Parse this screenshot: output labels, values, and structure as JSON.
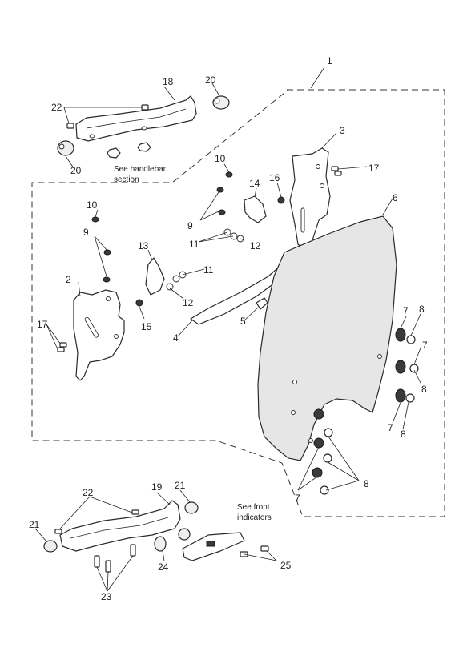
{
  "callouts": {
    "c1": "1",
    "c2": "2",
    "c3": "3",
    "c4": "4",
    "c5": "5",
    "c6": "6",
    "c7a": "7",
    "c7b": "7",
    "c7c": "7",
    "c7d": "7",
    "c8a": "8",
    "c8b": "8",
    "c8c": "8",
    "c8d": "8",
    "c9a": "9",
    "c9b": "9",
    "c10a": "10",
    "c10b": "10",
    "c11a": "11",
    "c11b": "11",
    "c12a": "12",
    "c12b": "12",
    "c13": "13",
    "c14": "14",
    "c15": "15",
    "c16": "16",
    "c17a": "17",
    "c17b": "17",
    "c18": "18",
    "c19": "19",
    "c20a": "20",
    "c20b": "20",
    "c21a": "21",
    "c21b": "21",
    "c22a": "22",
    "c22b": "22",
    "c23": "23",
    "c24": "24",
    "c25": "25"
  },
  "notes": {
    "handlebar_line1": "See handlebar",
    "handlebar_line2": "section",
    "indicators_line1": "See front",
    "indicators_line2": "indicators"
  }
}
